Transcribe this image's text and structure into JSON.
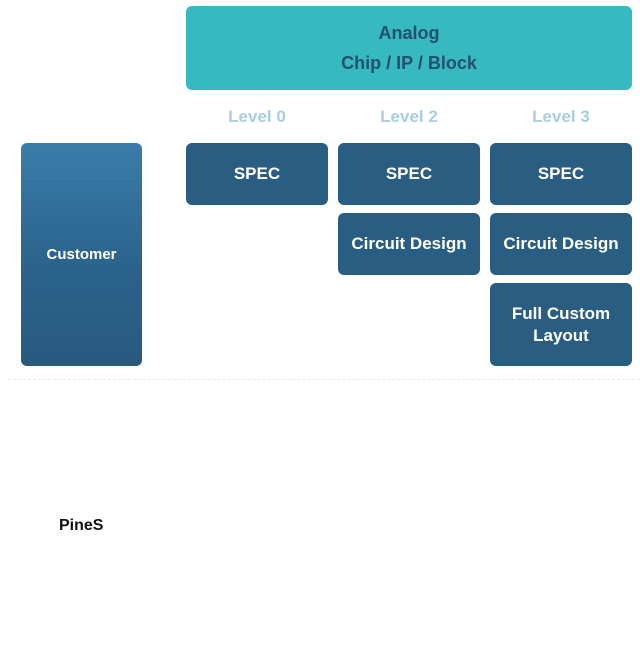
{
  "header": {
    "line1": "Analog",
    "line2": "Chip / IP / Block"
  },
  "levels": [
    "Level 0",
    "Level 2",
    "Level 3"
  ],
  "customer": "Customer",
  "columns": [
    {
      "boxes": [
        "SPEC"
      ]
    },
    {
      "boxes": [
        "SPEC",
        "Circuit Design"
      ]
    },
    {
      "boxes": [
        "SPEC",
        "Circuit Design",
        "Full Custom\nLayout"
      ]
    }
  ],
  "footer": "PineS",
  "colors": {
    "header_bg": "#36b9c0",
    "header_text": "#24506e",
    "box_bg": "#295d82",
    "level_text": "#a9cde2"
  }
}
